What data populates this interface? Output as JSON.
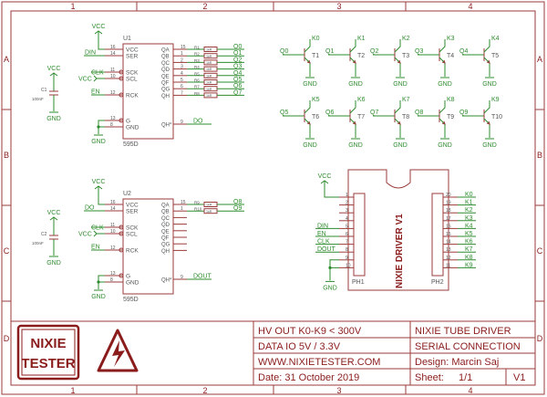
{
  "frame": {
    "columns": [
      "1",
      "2",
      "3",
      "4"
    ],
    "rows": [
      "A",
      "B",
      "C",
      "D"
    ]
  },
  "u1": {
    "name": "U1",
    "value": "595D",
    "left_pins": [
      {
        "num": "16",
        "name": "VCC"
      },
      {
        "num": "14",
        "name": "SER"
      },
      {
        "num": "11",
        "name": "SCK"
      },
      {
        "num": "10",
        "name": "SCL"
      },
      {
        "num": "12",
        "name": "RCK"
      },
      {
        "num": "13",
        "name": "G"
      },
      {
        "num": "8",
        "name": "GND"
      }
    ],
    "right_pins": [
      "QA",
      "QB",
      "QC",
      "QD",
      "QE",
      "QF",
      "QG",
      "QH",
      "QH*"
    ],
    "right_nums": [
      "15",
      "1",
      "2",
      "3",
      "4",
      "5",
      "6",
      "7",
      "9"
    ],
    "res_labels": [
      "R1",
      "R2",
      "R3",
      "R4",
      "R5",
      "R6",
      "R7",
      "R8"
    ],
    "res_value": "1kR",
    "outputs": [
      "Q0",
      "Q1",
      "Q2",
      "Q3",
      "Q4",
      "Q5",
      "Q6",
      "Q7"
    ],
    "chain_out": "DO",
    "in_labels": {
      "din": "DIN",
      "clk": "CLK",
      "en": "EN"
    }
  },
  "u2": {
    "name": "U2",
    "value": "595D",
    "left_pins": [
      {
        "num": "16",
        "name": "VCC"
      },
      {
        "num": "14",
        "name": "SER"
      },
      {
        "num": "11",
        "name": "SCK"
      },
      {
        "num": "10",
        "name": "SCL"
      },
      {
        "num": "12",
        "name": "RCK"
      },
      {
        "num": "13",
        "name": "G"
      },
      {
        "num": "8",
        "name": "GND"
      }
    ],
    "right_pins": [
      "QA",
      "QB",
      "QC",
      "QD",
      "QE",
      "QF",
      "QG",
      "QH",
      "QH*"
    ],
    "right_nums": [
      "15",
      "1",
      "",
      "",
      "",
      "",
      "",
      "",
      "9"
    ],
    "res_labels": [
      "R9",
      "R10"
    ],
    "res_value": "1kR",
    "outputs": [
      "Q8",
      "Q9"
    ],
    "chain_out": "DOUT",
    "in_labels": {
      "din": "DO",
      "clk": "CLK",
      "en": "EN"
    }
  },
  "c1": {
    "name": "C1",
    "value": "100nF"
  },
  "c2": {
    "name": "C2",
    "value": "100nF"
  },
  "power": {
    "vcc": "VCC",
    "gnd": "GND"
  },
  "transistors": [
    {
      "name": "T1",
      "base": "Q0",
      "collector": "K0"
    },
    {
      "name": "T2",
      "base": "Q1",
      "collector": "K1"
    },
    {
      "name": "T3",
      "base": "Q2",
      "collector": "K2"
    },
    {
      "name": "T4",
      "base": "Q3",
      "collector": "K3"
    },
    {
      "name": "T5",
      "base": "Q4",
      "collector": "K4"
    },
    {
      "name": "T6",
      "base": "Q5",
      "collector": "K5"
    },
    {
      "name": "T7",
      "base": "Q6",
      "collector": "K6"
    },
    {
      "name": "T8",
      "base": "Q7",
      "collector": "K7"
    },
    {
      "name": "T9",
      "base": "Q8",
      "collector": "K8"
    },
    {
      "name": "T10",
      "base": "Q9",
      "collector": "K9"
    }
  ],
  "nixie": {
    "title": "NIXIE DRIVER V1",
    "ph1": "PH1",
    "ph2": "PH2",
    "left_pins": [
      "1",
      "2",
      "3",
      "4",
      "5",
      "6",
      "7",
      "8",
      "9",
      "10"
    ],
    "right_pins": [
      "20",
      "19",
      "18",
      "17",
      "16",
      "15",
      "14",
      "13",
      "12",
      "11"
    ],
    "left_labels": [
      "DIN",
      "EN",
      "CLK",
      "DOUT"
    ],
    "right_labels": [
      "K0",
      "K1",
      "K2",
      "K3",
      "K4",
      "K5",
      "K6",
      "K7",
      "K8",
      "K9"
    ]
  },
  "title_block": {
    "spec1": "HV OUT K0-K9 < 300V",
    "spec2": "DATA IO 5V / 3.3V",
    "website": "WWW.NIXIETESTER.COM",
    "date": "Date: 31 October 2019",
    "title1": "NIXIE TUBE DRIVER",
    "title2": "SERIAL CONNECTION",
    "design": "Design: Marcin Saj",
    "sheet": "Sheet:",
    "sheet_val": "1/1",
    "version": "V1",
    "logo1": "NIXIE",
    "logo2": "TESTER"
  }
}
